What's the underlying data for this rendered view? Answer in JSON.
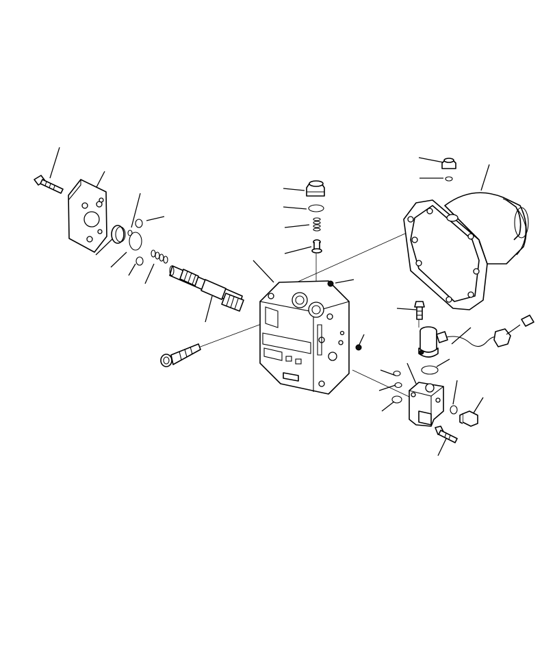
{
  "diagram": {
    "corner_code": "",
    "colors": {
      "ink": "#000000",
      "paper": "#ffffff"
    },
    "parts": [
      "left-bolt",
      "end-cover",
      "collar",
      "o-ring",
      "spring-set",
      "spool-shaft",
      "long-bolt",
      "plug",
      "plug-o-ring",
      "small-spring",
      "pin",
      "valve-body",
      "ball",
      "ball-small",
      "housing",
      "top-plug",
      "top-o-ring",
      "bolt-vertical",
      "solenoid",
      "connector",
      "sensor-block",
      "side-plug",
      "block-bolt"
    ]
  }
}
